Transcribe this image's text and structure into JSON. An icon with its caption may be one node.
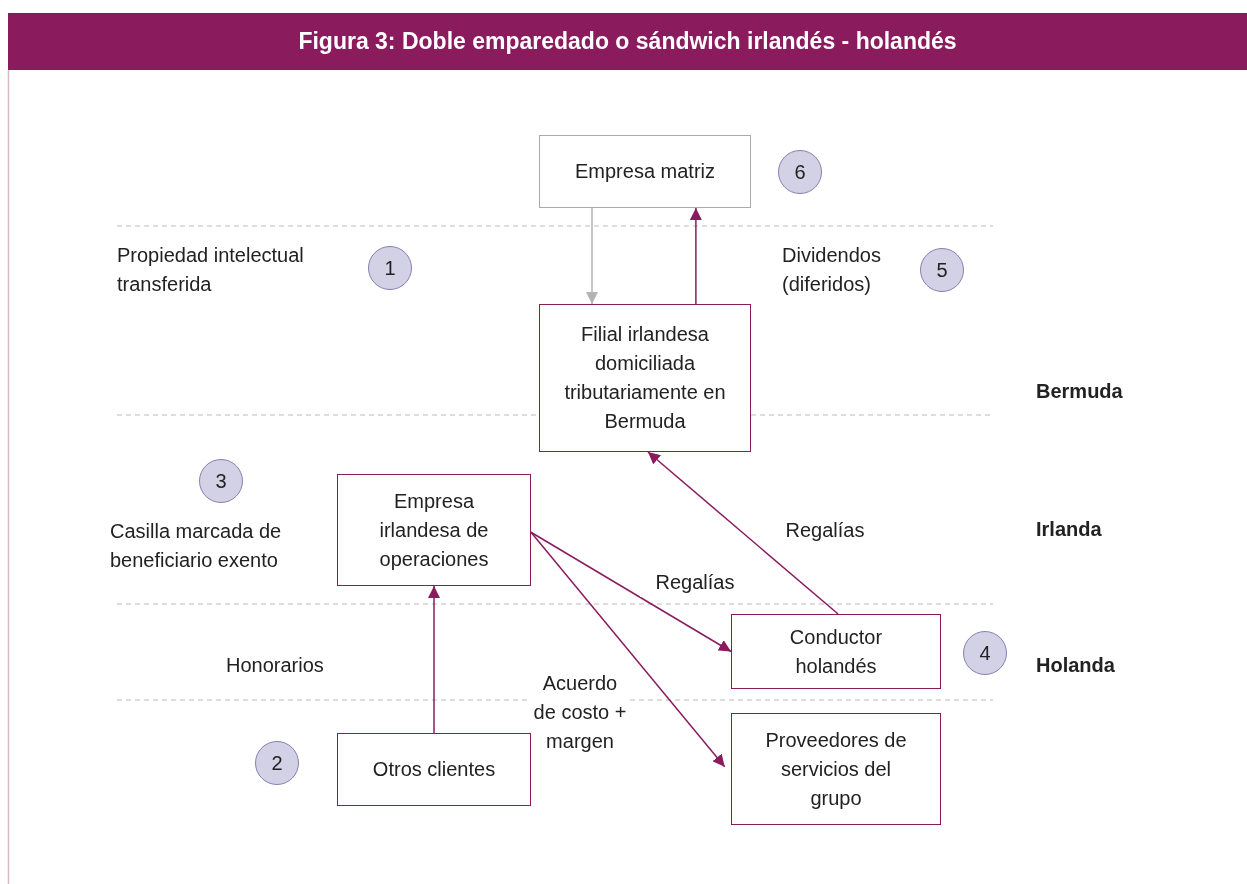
{
  "diagram": {
    "title": "Figura 3: Doble emparedado o sándwich irlandés - holandés",
    "nodes": [
      {
        "text": [
          "Empresa matriz"
        ]
      },
      {
        "text": [
          "6"
        ]
      },
      {
        "text": [
          "1"
        ]
      },
      {
        "text": [
          "5"
        ]
      },
      {
        "text": [
          "Filial irlandesa domiciliada tributariamente en Bermuda"
        ]
      },
      {
        "text": [
          "3"
        ]
      },
      {
        "text": [
          "Empresa irlandesa de operaciones"
        ]
      },
      {
        "text": [
          "Conductor holandés"
        ]
      },
      {
        "text": [
          "4"
        ]
      },
      {
        "text": [
          "2"
        ]
      },
      {
        "text": [
          "Otros clientes"
        ]
      },
      {
        "text": [
          "Proveedores de servicios del grupo"
        ]
      }
    ],
    "edges": [
      {
        "from": 0,
        "to": 4,
        "arrow": "to",
        "color": "#b3b3b3"
      },
      {
        "from": 4,
        "to": 0,
        "arrow": "to"
      },
      {
        "from": 7,
        "to": 4,
        "arrow": "to",
        "label": "Regalías"
      },
      {
        "from": 6,
        "to": 7,
        "arrow": "to",
        "label": "Regalías"
      },
      {
        "from": 6,
        "to": 11,
        "arrow": "to",
        "label": "Acuerdo de costo + margen"
      },
      {
        "from": 10,
        "to": 6,
        "arrow": "to"
      }
    ],
    "labels": [
      "Propiedad intelectual transferida",
      "Dividendos (diferidos)",
      "Bermuda",
      "Casilla marcada de beneficiario exento",
      "Irlanda",
      "Honorarios",
      "Holanda"
    ]
  }
}
